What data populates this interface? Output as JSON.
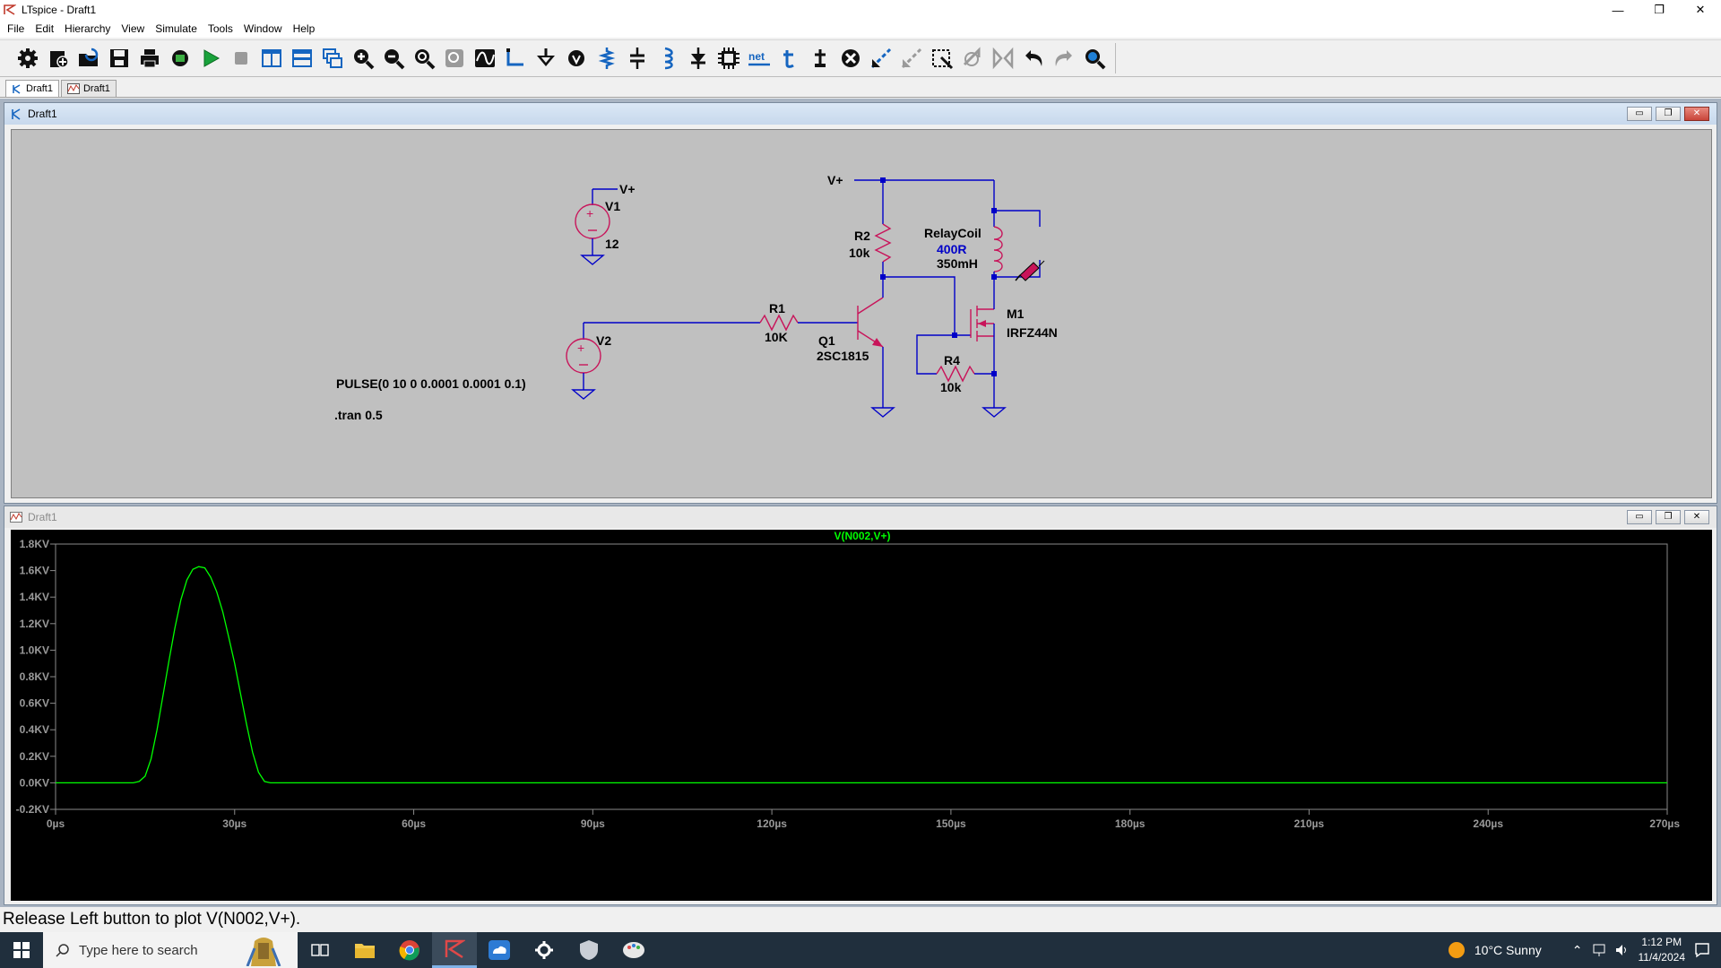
{
  "window": {
    "title": "LTspice - Draft1",
    "minimize": "—",
    "restore": "❐",
    "close": "✕"
  },
  "menu": [
    "File",
    "Edit",
    "Hierarchy",
    "View",
    "Simulate",
    "Tools",
    "Window",
    "Help"
  ],
  "toolbar": {
    "items": [
      "settings-icon",
      "new-schematic-icon",
      "open-icon",
      "save-icon",
      "print-icon",
      "control-panel-icon",
      "run-icon",
      "halt-icon",
      "tile-vertical-icon",
      "tile-horizontal-icon",
      "cascade-icon",
      "zoom-in-icon",
      "zoom-out-icon",
      "zoom-fit-icon",
      "zoom-full-icon",
      "waveform-icon",
      "wire-icon",
      "ground-icon",
      "voltage-source-icon",
      "resistor-icon",
      "capacitor-icon",
      "inductor-icon",
      "diode-icon",
      "component-icon",
      "label-net-icon",
      "text-icon",
      "spice-directive-icon",
      "delete-icon",
      "duplicate-icon",
      "move-icon",
      "drag-icon",
      "rotate-icon",
      "mirror-icon",
      "undo-icon",
      "redo-icon",
      "find-icon"
    ],
    "net_label": "net"
  },
  "tabs": [
    {
      "label": "Draft1",
      "kind": "schematic"
    },
    {
      "label": "Draft1",
      "kind": "waveform"
    }
  ],
  "schematic_window": {
    "title": "Draft1"
  },
  "waveform_window": {
    "title": "Draft1"
  },
  "schematic": {
    "v1": {
      "name": "V1",
      "value": "12",
      "net": "V+"
    },
    "v2": {
      "name": "V2",
      "pulse": "PULSE(0 10 0 0.0001 0.0001 0.1)"
    },
    "tran": ".tran 0.5",
    "r1": {
      "name": "R1",
      "value": "10K"
    },
    "r2": {
      "name": "R2",
      "value": "10k"
    },
    "r4": {
      "name": "R4",
      "value": "10k"
    },
    "q1": {
      "name": "Q1",
      "model": "2SC1815"
    },
    "m1": {
      "name": "M1",
      "model": "IRFZ44N"
    },
    "coil": {
      "name": "RelayCoil",
      "rser": "400R",
      "value": "350mH"
    },
    "vplus2": "V+"
  },
  "chart_data": {
    "type": "line",
    "title": "V(N002,V+)",
    "x_ticks": [
      "0µs",
      "30µs",
      "60µs",
      "90µs",
      "120µs",
      "150µs",
      "180µs",
      "210µs",
      "240µs",
      "270µs"
    ],
    "y_ticks": [
      "1.8KV",
      "1.6KV",
      "1.4KV",
      "1.2KV",
      "1.0KV",
      "0.8KV",
      "0.6KV",
      "0.4KV",
      "0.2KV",
      "0.0KV",
      "-0.2KV"
    ],
    "xlim": [
      0,
      270
    ],
    "ylim": [
      -0.2,
      1.8
    ],
    "x_unit": "µs",
    "y_unit": "KV",
    "color": "#00ff00",
    "series": [
      {
        "name": "V(N002,V+)",
        "x": [
          0,
          10,
          13,
          14,
          15,
          16,
          17,
          18,
          19,
          20,
          21,
          22,
          23,
          24,
          25,
          26,
          27,
          28,
          29,
          30,
          31,
          32,
          33,
          34,
          35,
          36,
          40,
          60,
          90,
          120,
          150,
          180,
          210,
          240,
          270
        ],
        "y": [
          0.0,
          0.0,
          0.0,
          0.01,
          0.05,
          0.18,
          0.4,
          0.66,
          0.92,
          1.17,
          1.38,
          1.53,
          1.61,
          1.63,
          1.62,
          1.55,
          1.44,
          1.29,
          1.1,
          0.9,
          0.67,
          0.44,
          0.23,
          0.08,
          0.01,
          0.0,
          0.0,
          0.0,
          0.0,
          0.0,
          0.0,
          0.0,
          0.0,
          0.0,
          0.0
        ]
      }
    ]
  },
  "status": "Release Left button to plot V(N002,V+).",
  "taskbar": {
    "search_placeholder": "Type here to search",
    "weather": "10°C  Sunny",
    "time": "1:12 PM",
    "date": "11/4/2024"
  }
}
